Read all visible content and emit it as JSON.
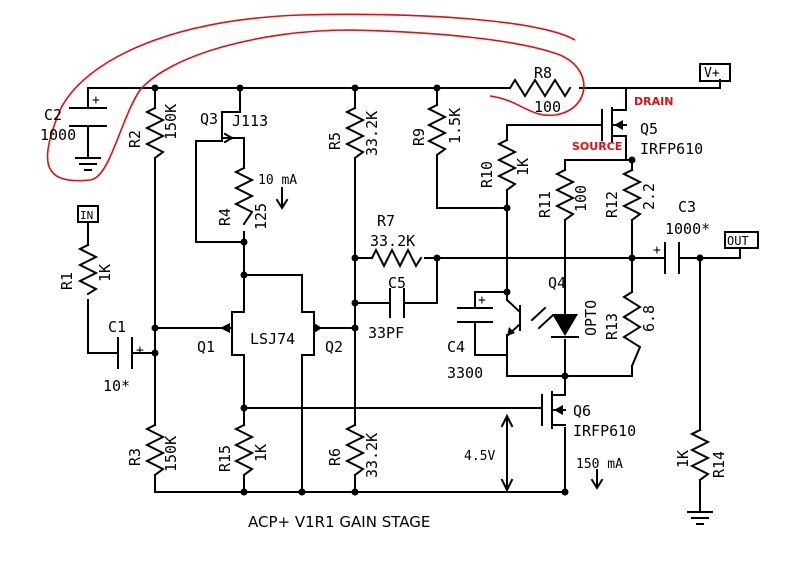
{
  "title": "ACP+ V1R1 GAIN STAGE",
  "ports": {
    "vplus": "V+",
    "in": "IN",
    "out": "OUT"
  },
  "annotations": {
    "drain": "DRAIN",
    "source": "SOURCE",
    "current_q3": "10 mA",
    "current_q6": "150 mA",
    "voltage": "4.5V"
  },
  "colors": {
    "wire": "#000000",
    "annotation": "#e01010"
  },
  "components": {
    "R1": {
      "ref": "R1",
      "value": "1K"
    },
    "R2": {
      "ref": "R2",
      "value": "150K"
    },
    "R3": {
      "ref": "R3",
      "value": "150K"
    },
    "R4": {
      "ref": "R4",
      "value": "125"
    },
    "R5": {
      "ref": "R5",
      "value": "33.2K"
    },
    "R6": {
      "ref": "R6",
      "value": "33.2K"
    },
    "R7": {
      "ref": "R7",
      "value": "33.2K"
    },
    "R8": {
      "ref": "R8",
      "value": "100"
    },
    "R9": {
      "ref": "R9",
      "value": "1.5K"
    },
    "R10": {
      "ref": "R10",
      "value": "1K"
    },
    "R11": {
      "ref": "R11",
      "value": "100"
    },
    "R12": {
      "ref": "R12",
      "value": "2.2"
    },
    "R13": {
      "ref": "R13",
      "value": "6.8"
    },
    "R14": {
      "ref": "R14",
      "value": "1K"
    },
    "R15": {
      "ref": "R15",
      "value": "1K"
    },
    "C1": {
      "ref": "C1",
      "value": "10*"
    },
    "C2": {
      "ref": "C2",
      "value": "1000"
    },
    "C3": {
      "ref": "C3",
      "value": "1000*"
    },
    "C4": {
      "ref": "C4",
      "value": "3300"
    },
    "C5": {
      "ref": "C5",
      "value": "33PF"
    },
    "Q1": {
      "ref": "Q1"
    },
    "Q2": {
      "ref": "Q2"
    },
    "Q12": {
      "part": "LSJ74"
    },
    "Q3": {
      "ref": "Q3",
      "part": "J113"
    },
    "Q4": {
      "ref": "Q4",
      "part": "OPTO"
    },
    "Q5": {
      "ref": "Q5",
      "part": "IRFP610"
    },
    "Q6": {
      "ref": "Q6",
      "part": "IRFP610"
    }
  }
}
